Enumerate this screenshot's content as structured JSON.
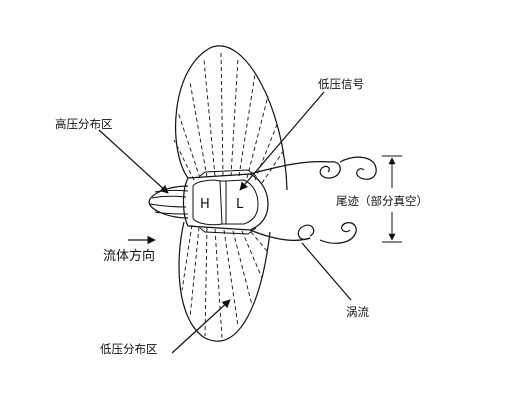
{
  "labels": {
    "high_pressure_area": "高压分布区",
    "low_pressure_signal": "低压信号",
    "wake": "尾迹（部分真空）",
    "flow_direction": "流体方向",
    "vortex": "涡流",
    "low_pressure_area": "低压分布区",
    "h": "H",
    "l": "L"
  }
}
